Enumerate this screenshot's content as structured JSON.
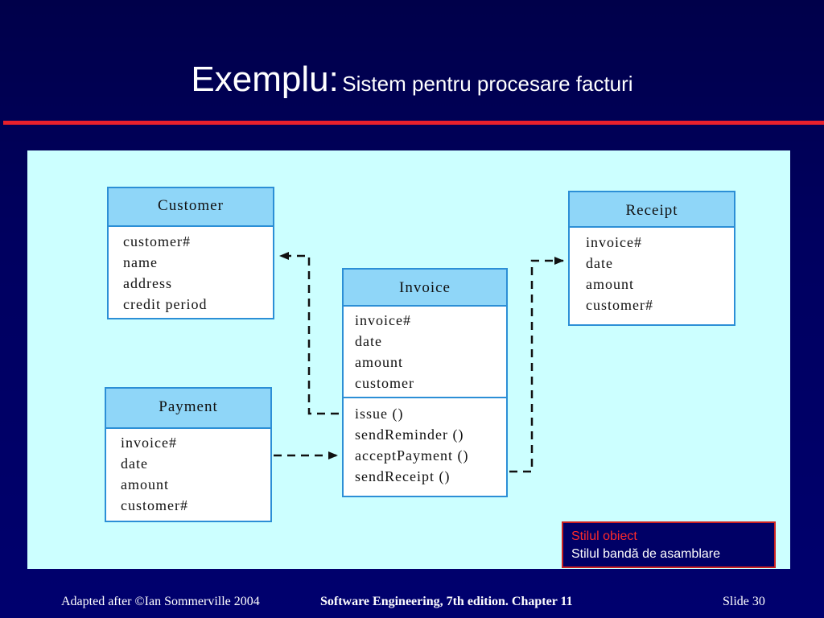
{
  "title": {
    "main": "Exemplu:",
    "sub": "Sistem pentru procesare facturi"
  },
  "diagram": {
    "customer": {
      "name": "Customer",
      "attributes": [
        "customer#",
        "name",
        "address",
        "credit period"
      ]
    },
    "payment": {
      "name": "Payment",
      "attributes": [
        "invoice#",
        "date",
        "amount",
        "customer#"
      ]
    },
    "invoice": {
      "name": "Invoice",
      "attributes": [
        "invoice#",
        "date",
        "amount",
        "customer"
      ],
      "operations": [
        "issue ()",
        "sendReminder ()",
        "acceptPayment ()",
        "sendReceipt ()"
      ]
    },
    "receipt": {
      "name": "Receipt",
      "attributes": [
        "invoice#",
        "date",
        "amount",
        "customer#"
      ]
    }
  },
  "note": {
    "line1": "Stilul obiect",
    "line2": "Stilul bandă de asamblare"
  },
  "footer": {
    "left": "Adapted after ©Ian Sommerville 2004",
    "center": "Software Engineering, 7th edition. Chapter 11",
    "right": "Slide 30"
  }
}
